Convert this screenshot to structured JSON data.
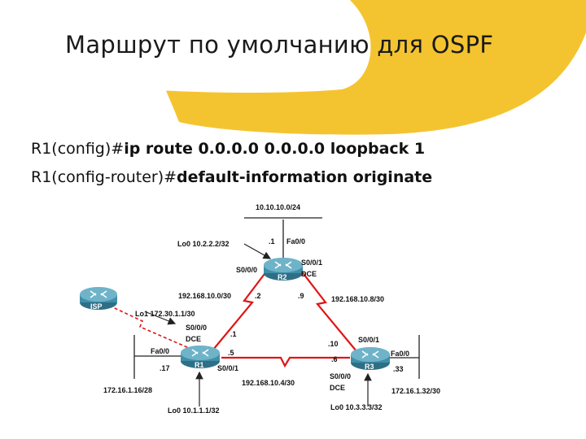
{
  "slide": {
    "title": "Маршрут по умолчанию для OSPF",
    "commands": [
      {
        "prompt": "R1(config)#",
        "command": "ip route 0.0.0.0 0.0.0.0 loopback 1"
      },
      {
        "prompt": "R1(config-router)#",
        "command": "default-information originate"
      }
    ],
    "colors": {
      "accent": "#F4C430",
      "serial_link": "#E01515",
      "router": "#3F8FA8"
    }
  },
  "diagram": {
    "routers": [
      {
        "name": "R1",
        "icon": "router-icon"
      },
      {
        "name": "R2",
        "icon": "router-icon"
      },
      {
        "name": "R3",
        "icon": "router-icon"
      },
      {
        "name": "ISP",
        "icon": "router-icon"
      }
    ],
    "labels": {
      "r2_lan": "10.10.10.0/24",
      "r2_lo": "Lo0 10.2.2.2/32",
      "r2_lo_dot": ".1",
      "r2_fa": "Fa0/0",
      "r2_s000": "S0/0/0",
      "r2_s001": "S0/0/1",
      "r2_dce": "DCE",
      "net_r1_r2": "192.168.10.0/30",
      "r2_left_dot": ".2",
      "r2_right_dot": ".9",
      "net_r2_r3": "192.168.10.8/30",
      "isp_lo": "Lo1 172.30.1.1/30",
      "r1_s000": "S0/0/0",
      "r1_dce": "DCE",
      "r1_up_dot": ".1",
      "r1_right_dot": ".5",
      "r1_fa": "Fa0/0",
      "r1_lan_dot": ".17",
      "r1_s001": "S0/0/1",
      "r1_lan": "172.16.1.16/28",
      "net_r1_r3": "192.168.10.4/30",
      "r1_lo": "Lo0 10.1.1.1/32",
      "r3_up_dot": ".10",
      "r3_s001": "S0/0/1",
      "r3_left_dot": ".6",
      "r3_fa": "Fa0/0",
      "r3_lan_dot": ".33",
      "r3_s000": "S0/0/0",
      "r3_dce": "DCE",
      "r3_lan": "172.16.1.32/30",
      "r3_lo": "Lo0 10.3.3.3/32"
    }
  }
}
